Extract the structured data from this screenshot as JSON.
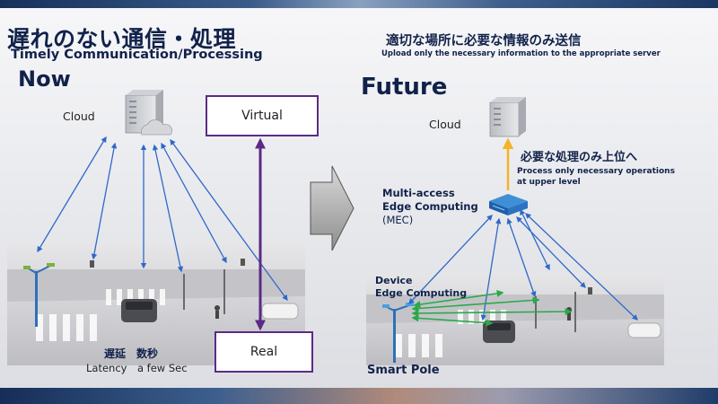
{
  "title_jp": "遅れのない通信・処理",
  "title_en": "Timely Communication/Processing",
  "now_label": "Now",
  "future_label": "Future",
  "future_subtitle_jp": "適切な場所に必要な情報のみ送信",
  "future_subtitle_en": "Upload only the necessary information to the appropriate server",
  "cloud_label_now": "Cloud",
  "cloud_label_future": "Cloud",
  "virtual_label": "Virtual",
  "real_label": "Real",
  "latency_jp": "遅延　数秒",
  "latency_en": "Latency　a few Sec",
  "upper_process_jp": "必要な処理のみ上位へ",
  "upper_process_en_line1": "Process only necessary operations",
  "upper_process_en_line2": "at upper level",
  "mec_line1": "Multi-access",
  "mec_line2": "Edge Computing",
  "mec_line3": "(MEC)",
  "device_line1": "Device",
  "device_line2": "Edge Computing",
  "smart_pole_label": "Smart Pole",
  "colors": {
    "navy": "#11224a",
    "blue_arrow": "#2f68c8",
    "purple_arrow": "#5b2a86",
    "yellow_arrow": "#f3b32a",
    "green_arrow": "#2aa84a"
  },
  "icons": [
    "server-icon",
    "cloud-icon",
    "mec-server-icon",
    "smart-pole-icon",
    "transition-arrow-icon"
  ]
}
